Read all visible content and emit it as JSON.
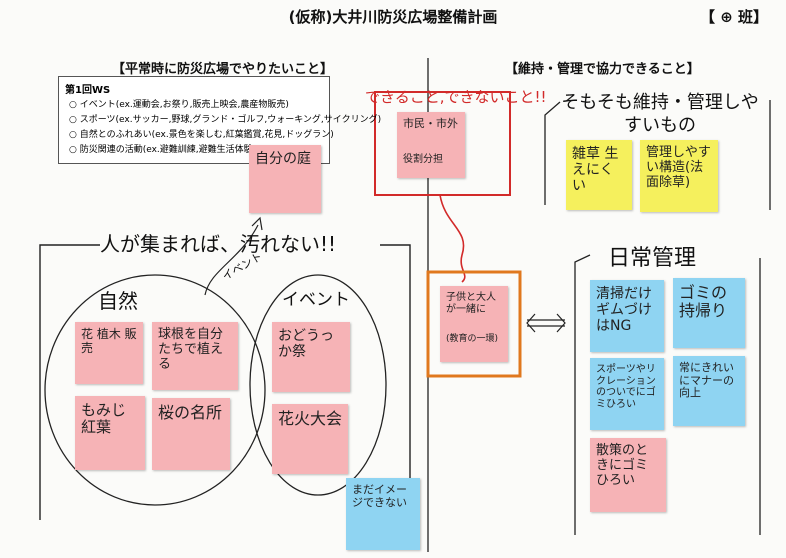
{
  "header": {
    "title": "(仮称)大井川防災広場整備計画",
    "team": "【 ⊕ 班】"
  },
  "left_section": {
    "heading": "【平常時に防災広場でやりたいこと】",
    "ws_box": {
      "title": "第1回WS",
      "items": [
        "○ イベント(ex.運動会,お祭り,販売上映会,農産物販売)",
        "○ スポーツ(ex.サッカー,野球,グランド・ゴルフ,ウォーキング,サイクリング)",
        "○ 自然とのふれあい(ex.景色を楽しむ,紅葉鑑賞,花見,ドッグラン)",
        "○ 防災関連の活動(ex.避難訓練,避難生活体験)"
      ]
    }
  },
  "right_section": {
    "heading": "【維持・管理で協力できること】"
  },
  "handwriting": {
    "can_cannot": "できること,できないこと!!",
    "slogan": "人が集まれば、汚れない!!",
    "nature": "自然",
    "event": "イベント",
    "event_arrow": "イベント",
    "maint_header": "そもそも維持・管理しやすいもの",
    "daily_header": "日常管理"
  },
  "stickies": {
    "own_garden": "自分の庭",
    "resident_wide": "市民・市外",
    "resident_wide_sub": "役割分担",
    "kids_adults": "子供と大人が一緒に",
    "kids_adults_sub": "(教育の一環)",
    "flowers": "花 植木 販売",
    "bulbs": "球根を自分たちで植える",
    "momiji": "もみじ紅葉",
    "sakura": "桜の名所",
    "odori": "おどうっか祭",
    "hanabi": "花火大会",
    "weeds": "雑草 生えにくい",
    "easy_manage": "管理しやすい構造(法面除草)",
    "cleaning": "清掃だけギムづけはNG",
    "trash_home": "ゴミの持帰り",
    "sports_trash": "スポーツやリクレーションのついでにゴミひろい",
    "manners": "常にきれいにマナーの向上",
    "walk_trash": "散策のときにゴミひろい",
    "no_image": "まだイメージできない"
  },
  "colors": {
    "pink": "#f6b3b6",
    "yellow": "#f5f05d",
    "blue": "#8fd4f2",
    "red_marker": "#d22a2a",
    "orange_marker": "#e0781e"
  }
}
